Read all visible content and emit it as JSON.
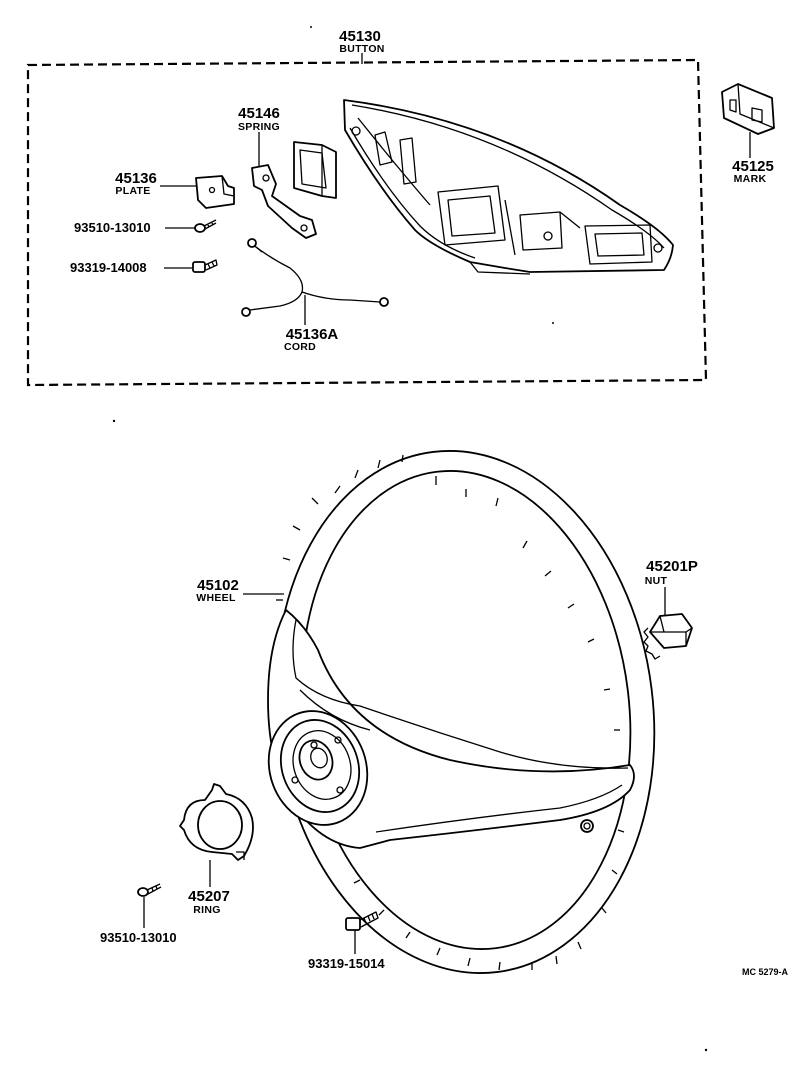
{
  "button_group": {
    "part_number": "45130",
    "part_name": "BUTTON",
    "parts": {
      "spring": {
        "part_number": "45146",
        "part_name": "SPRING"
      },
      "plate": {
        "part_number": "45136",
        "part_name": "PLATE"
      },
      "screw_a": {
        "part_number": "93510-13010"
      },
      "screw_b": {
        "part_number": "93319-14008"
      },
      "cord": {
        "part_number": "45136A",
        "part_name": "CORD"
      }
    }
  },
  "mark": {
    "part_number": "45125",
    "part_name": "MARK"
  },
  "wheel": {
    "part_number": "45102",
    "part_name": "WHEEL"
  },
  "nut": {
    "part_number": "45201P",
    "part_name": "NUT"
  },
  "ring": {
    "part_number": "45207",
    "part_name": "RING"
  },
  "screw_c": {
    "part_number": "93510-13010"
  },
  "screw_d": {
    "part_number": "93319-15014"
  },
  "reference_code": "MC 5279-A"
}
